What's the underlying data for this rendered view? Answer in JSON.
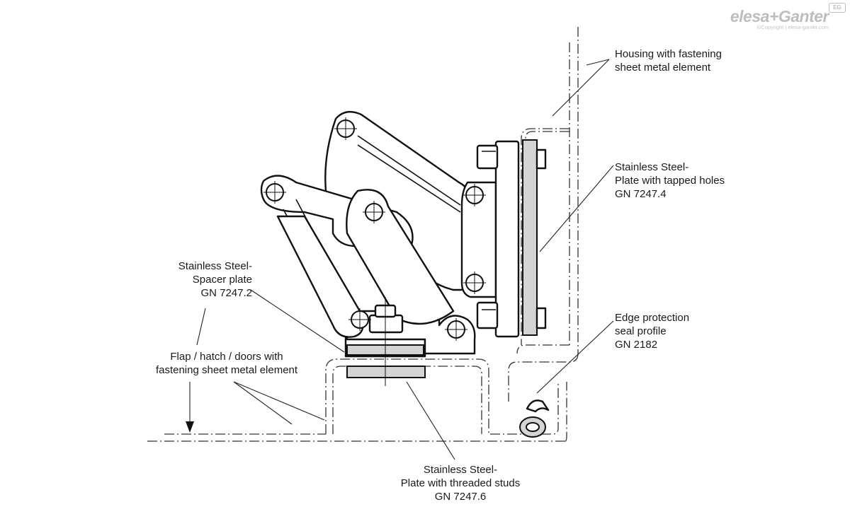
{
  "logo": {
    "brand": "elesa+Ganter",
    "copyright": "©Copyright | elesa-ganter.com",
    "badge": "EG"
  },
  "labels": {
    "housing": "Housing with fastening\nsheet metal element",
    "tapped_plate": "Stainless Steel-\nPlate with tapped holes\nGN 7247.4",
    "spacer_plate": "Stainless Steel-\nSpacer plate\nGN 7247.2",
    "flap": "Flap / hatch / doors with\nfastening sheet metal element",
    "edge_protection": "Edge protection\nseal profile\nGN 2182",
    "threaded_plate": "Stainless Steel-\nPlate with threaded studs\nGN 7247.6"
  }
}
